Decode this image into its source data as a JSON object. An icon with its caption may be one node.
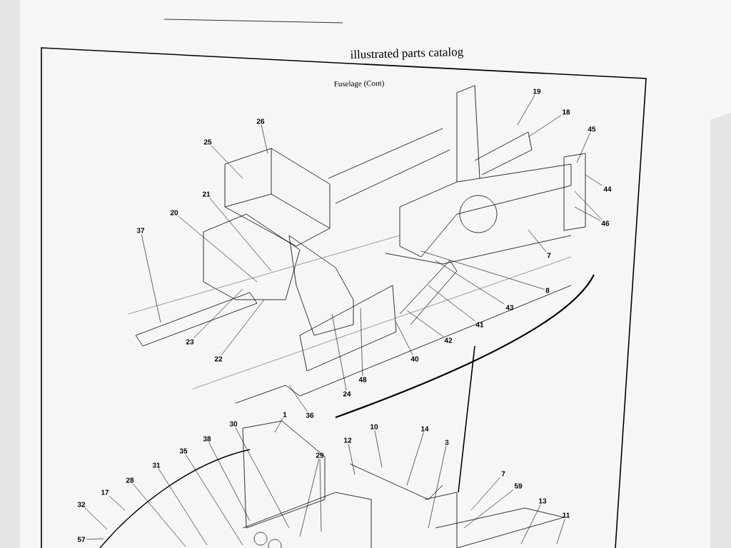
{
  "diagram": {
    "title": "Fuselage (Cont)",
    "nodes": [
      {
        "text": [
          "26"
        ]
      },
      {
        "text": [
          "19"
        ]
      },
      {
        "text": [
          "18"
        ]
      },
      {
        "text": [
          "25"
        ]
      },
      {
        "text": [
          "45"
        ]
      },
      {
        "text": [
          "44"
        ]
      },
      {
        "text": [
          "21"
        ]
      },
      {
        "text": [
          "20"
        ]
      },
      {
        "text": [
          "46"
        ]
      },
      {
        "text": [
          "37"
        ]
      },
      {
        "text": [
          "7"
        ]
      },
      {
        "text": [
          "8"
        ]
      },
      {
        "text": [
          "43"
        ]
      },
      {
        "text": [
          "41"
        ]
      },
      {
        "text": [
          "42"
        ]
      },
      {
        "text": [
          "23"
        ]
      },
      {
        "text": [
          "22"
        ]
      },
      {
        "text": [
          "40"
        ]
      },
      {
        "text": [
          "48"
        ]
      },
      {
        "text": [
          "24"
        ]
      },
      {
        "text": [
          "36"
        ]
      },
      {
        "text": [
          "1"
        ]
      },
      {
        "text": [
          "30"
        ]
      },
      {
        "text": [
          "10"
        ]
      },
      {
        "text": [
          "14"
        ]
      },
      {
        "text": [
          "12"
        ]
      },
      {
        "text": [
          "3"
        ]
      },
      {
        "text": [
          "38"
        ]
      },
      {
        "text": [
          "29"
        ]
      },
      {
        "text": [
          "35"
        ]
      },
      {
        "text": [
          "31"
        ]
      },
      {
        "text": [
          "28"
        ]
      },
      {
        "text": [
          "7"
        ]
      },
      {
        "text": [
          "59"
        ]
      },
      {
        "text": [
          "17"
        ]
      },
      {
        "text": [
          "13"
        ]
      },
      {
        "text": [
          "32"
        ]
      },
      {
        "text": [
          "11"
        ]
      },
      {
        "text": [
          "57"
        ]
      }
    ],
    "edges": [
      {
        "from": 0,
        "to": null,
        "arrow": "none"
      },
      {
        "from": 1,
        "to": null,
        "arrow": "none"
      },
      {
        "from": 2,
        "to": null,
        "arrow": "none"
      },
      {
        "from": 3,
        "to": null,
        "arrow": "none"
      },
      {
        "from": 4,
        "to": null,
        "arrow": "none"
      },
      {
        "from": 5,
        "to": null,
        "arrow": "none"
      },
      {
        "from": 6,
        "to": null,
        "arrow": "none"
      },
      {
        "from": 7,
        "to": null,
        "arrow": "none"
      },
      {
        "from": 8,
        "to": null,
        "arrow": "none"
      },
      {
        "from": 8,
        "to": null,
        "arrow": "none"
      },
      {
        "from": 9,
        "to": null,
        "arrow": "none"
      },
      {
        "from": 10,
        "to": null,
        "arrow": "none"
      },
      {
        "from": 11,
        "to": null,
        "arrow": "none"
      },
      {
        "from": 12,
        "to": null,
        "arrow": "none"
      },
      {
        "from": 13,
        "to": null,
        "arrow": "none"
      },
      {
        "from": 14,
        "to": null,
        "arrow": "none"
      },
      {
        "from": 15,
        "to": null,
        "arrow": "none"
      },
      {
        "from": 16,
        "to": null,
        "arrow": "none"
      },
      {
        "from": 17,
        "to": null,
        "arrow": "none"
      },
      {
        "from": 18,
        "to": null,
        "arrow": "none"
      },
      {
        "from": 19,
        "to": null,
        "arrow": "none"
      },
      {
        "from": 20,
        "to": null,
        "arrow": "none"
      },
      {
        "from": 21,
        "to": null,
        "arrow": "none"
      },
      {
        "from": 22,
        "to": null,
        "arrow": "none"
      },
      {
        "from": 23,
        "to": null,
        "arrow": "none"
      },
      {
        "from": 24,
        "to": null,
        "arrow": "none"
      },
      {
        "from": 25,
        "to": null,
        "arrow": "none"
      },
      {
        "from": 26,
        "to": null,
        "arrow": "none"
      },
      {
        "from": 27,
        "to": null,
        "arrow": "none"
      },
      {
        "from": 28,
        "to": null,
        "arrow": "none"
      },
      {
        "from": 28,
        "to": null,
        "arrow": "none"
      },
      {
        "from": 29,
        "to": null,
        "arrow": "none"
      },
      {
        "from": 30,
        "to": null,
        "arrow": "none"
      },
      {
        "from": 31,
        "to": null,
        "arrow": "none"
      },
      {
        "from": 32,
        "to": null,
        "arrow": "none"
      },
      {
        "from": 33,
        "to": null,
        "arrow": "none"
      },
      {
        "from": 34,
        "to": null,
        "arrow": "none"
      },
      {
        "from": 35,
        "to": null,
        "arrow": "none"
      },
      {
        "from": 36,
        "to": null,
        "arrow": "none"
      },
      {
        "from": 37,
        "to": null,
        "arrow": "none"
      },
      {
        "from": 38,
        "to": null,
        "arrow": "none"
      }
    ],
    "labels": [
      "illustrated parts catalog"
    ]
  }
}
